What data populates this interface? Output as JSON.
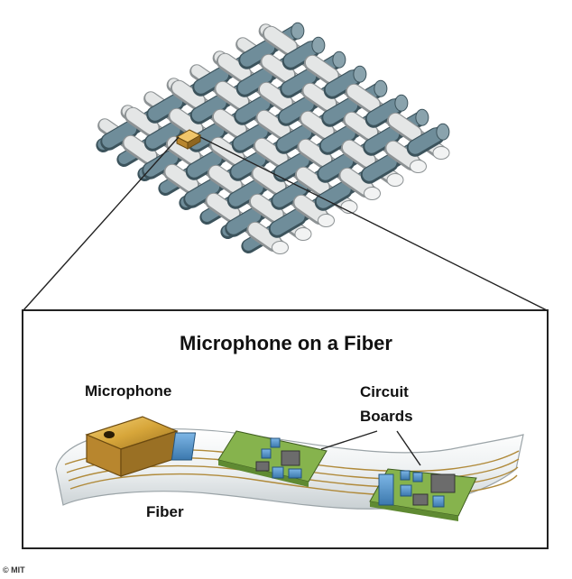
{
  "diagram": {
    "title": "Microphone on a Fiber",
    "labels": {
      "microphone": "Microphone",
      "circuit_boards_line1": "Circuit",
      "circuit_boards_line2": "Boards",
      "fiber": "Fiber"
    },
    "credit": "© MIT"
  },
  "colors": {
    "fiber_blue": "#6f8d9a",
    "fiber_white": "#e4e6e6",
    "chip_gold": "#d7a63a",
    "board_green": "#86b34d",
    "component_blue": "#4d8fc7",
    "component_gray": "#6c6c6c",
    "frame": "#222222"
  }
}
